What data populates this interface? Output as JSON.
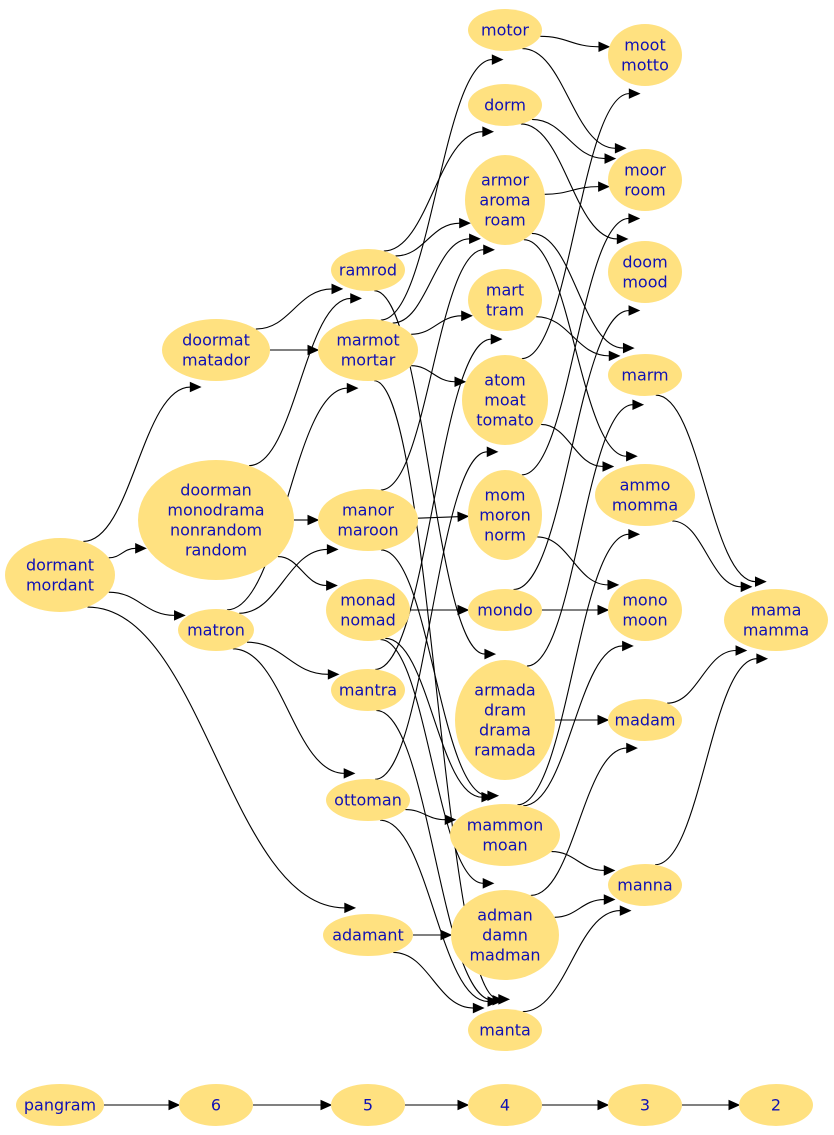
{
  "nodes": [
    {
      "id": "dormant",
      "lines": [
        "dormant",
        "mordant"
      ]
    },
    {
      "id": "doormat",
      "lines": [
        "doormat",
        "matador"
      ]
    },
    {
      "id": "doorman",
      "lines": [
        "doorman",
        "monodrama",
        "nonrandom",
        "random"
      ]
    },
    {
      "id": "matron",
      "lines": [
        "matron"
      ]
    },
    {
      "id": "ramrod",
      "lines": [
        "ramrod"
      ]
    },
    {
      "id": "marmot",
      "lines": [
        "marmot",
        "mortar"
      ]
    },
    {
      "id": "manor",
      "lines": [
        "manor",
        "maroon"
      ]
    },
    {
      "id": "monad",
      "lines": [
        "monad",
        "nomad"
      ]
    },
    {
      "id": "mantra",
      "lines": [
        "mantra"
      ]
    },
    {
      "id": "ottoman",
      "lines": [
        "ottoman"
      ]
    },
    {
      "id": "adamant",
      "lines": [
        "adamant"
      ]
    },
    {
      "id": "motor",
      "lines": [
        "motor"
      ]
    },
    {
      "id": "dorm",
      "lines": [
        "dorm"
      ]
    },
    {
      "id": "armor",
      "lines": [
        "armor",
        "aroma",
        "roam"
      ]
    },
    {
      "id": "mart",
      "lines": [
        "mart",
        "tram"
      ]
    },
    {
      "id": "atom",
      "lines": [
        "atom",
        "moat",
        "tomato"
      ]
    },
    {
      "id": "mom",
      "lines": [
        "mom",
        "moron",
        "norm"
      ]
    },
    {
      "id": "mondo",
      "lines": [
        "mondo"
      ]
    },
    {
      "id": "armada",
      "lines": [
        "armada",
        "dram",
        "drama",
        "ramada"
      ]
    },
    {
      "id": "mammon",
      "lines": [
        "mammon",
        "moan"
      ]
    },
    {
      "id": "adman",
      "lines": [
        "adman",
        "damn",
        "madman"
      ]
    },
    {
      "id": "manta",
      "lines": [
        "manta"
      ]
    },
    {
      "id": "moot",
      "lines": [
        "moot",
        "motto"
      ]
    },
    {
      "id": "moor",
      "lines": [
        "moor",
        "room"
      ]
    },
    {
      "id": "doom",
      "lines": [
        "doom",
        "mood"
      ]
    },
    {
      "id": "marm",
      "lines": [
        "marm"
      ]
    },
    {
      "id": "ammo",
      "lines": [
        "ammo",
        "momma"
      ]
    },
    {
      "id": "mono",
      "lines": [
        "mono",
        "moon"
      ]
    },
    {
      "id": "madam",
      "lines": [
        "madam"
      ]
    },
    {
      "id": "manna",
      "lines": [
        "manna"
      ]
    },
    {
      "id": "mama",
      "lines": [
        "mama",
        "mamma"
      ]
    },
    {
      "id": "pangram",
      "lines": [
        "pangram"
      ]
    },
    {
      "id": "l6",
      "lines": [
        "6"
      ]
    },
    {
      "id": "l5",
      "lines": [
        "5"
      ]
    },
    {
      "id": "l4",
      "lines": [
        "4"
      ]
    },
    {
      "id": "l3",
      "lines": [
        "3"
      ]
    },
    {
      "id": "l2",
      "lines": [
        "2"
      ]
    }
  ],
  "edges": [
    [
      "dormant",
      "doormat"
    ],
    [
      "dormant",
      "doorman"
    ],
    [
      "dormant",
      "matron"
    ],
    [
      "dormant",
      "adamant"
    ],
    [
      "doormat",
      "ramrod"
    ],
    [
      "doormat",
      "marmot"
    ],
    [
      "doorman",
      "ramrod"
    ],
    [
      "doorman",
      "manor"
    ],
    [
      "doorman",
      "monad"
    ],
    [
      "matron",
      "marmot"
    ],
    [
      "matron",
      "manor"
    ],
    [
      "matron",
      "mantra"
    ],
    [
      "matron",
      "ottoman"
    ],
    [
      "ramrod",
      "dorm"
    ],
    [
      "ramrod",
      "armor"
    ],
    [
      "ramrod",
      "armada"
    ],
    [
      "marmot",
      "motor"
    ],
    [
      "marmot",
      "armor"
    ],
    [
      "marmot",
      "mart"
    ],
    [
      "marmot",
      "atom"
    ],
    [
      "marmot",
      "manta"
    ],
    [
      "manor",
      "armor"
    ],
    [
      "manor",
      "mom"
    ],
    [
      "manor",
      "mammon"
    ],
    [
      "monad",
      "mondo"
    ],
    [
      "monad",
      "mammon"
    ],
    [
      "monad",
      "adman"
    ],
    [
      "mantra",
      "mart"
    ],
    [
      "mantra",
      "manta"
    ],
    [
      "ottoman",
      "atom"
    ],
    [
      "ottoman",
      "mammon"
    ],
    [
      "ottoman",
      "manta"
    ],
    [
      "adamant",
      "adman"
    ],
    [
      "adamant",
      "manta"
    ],
    [
      "motor",
      "moot"
    ],
    [
      "motor",
      "moor"
    ],
    [
      "dorm",
      "moor"
    ],
    [
      "dorm",
      "doom"
    ],
    [
      "armor",
      "moor"
    ],
    [
      "armor",
      "marm"
    ],
    [
      "armor",
      "ammo"
    ],
    [
      "mart",
      "marm"
    ],
    [
      "atom",
      "moot"
    ],
    [
      "atom",
      "ammo"
    ],
    [
      "mom",
      "moor"
    ],
    [
      "mom",
      "mono"
    ],
    [
      "mondo",
      "doom"
    ],
    [
      "mondo",
      "mono"
    ],
    [
      "armada",
      "marm"
    ],
    [
      "armada",
      "madam"
    ],
    [
      "mammon",
      "ammo"
    ],
    [
      "mammon",
      "mono"
    ],
    [
      "mammon",
      "manna"
    ],
    [
      "adman",
      "madam"
    ],
    [
      "adman",
      "manna"
    ],
    [
      "manta",
      "manna"
    ],
    [
      "marm",
      "mama"
    ],
    [
      "ammo",
      "mama"
    ],
    [
      "madam",
      "mama"
    ],
    [
      "manna",
      "mama"
    ],
    [
      "pangram",
      "l6"
    ],
    [
      "l6",
      "l5"
    ],
    [
      "l5",
      "l4"
    ],
    [
      "l4",
      "l3"
    ],
    [
      "l3",
      "l2"
    ]
  ]
}
